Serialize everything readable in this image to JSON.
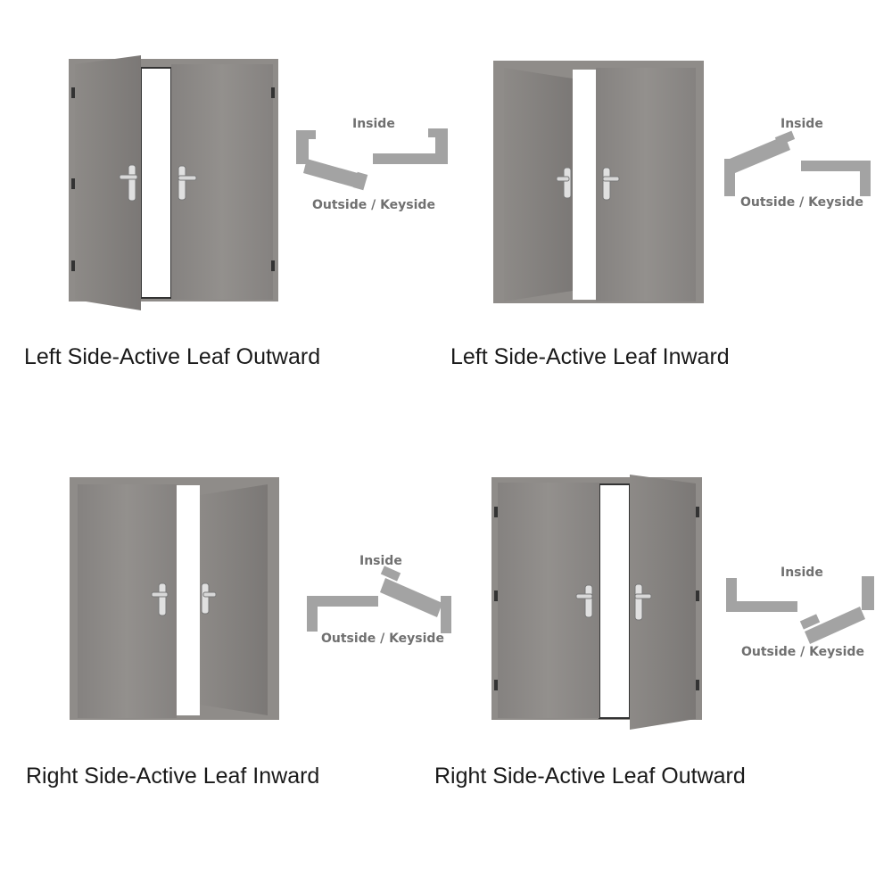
{
  "labels": {
    "inside": "Inside",
    "outside": "Outside / Keyside"
  },
  "panels": [
    {
      "caption": "Left Side-Active Leaf Outward"
    },
    {
      "caption": "Left Side-Active Leaf Inward"
    },
    {
      "caption": "Right Side-Active Leaf Inward"
    },
    {
      "caption": "Right Side-Active Leaf Outward"
    }
  ],
  "colors": {
    "frame": "#8f8c89",
    "leaf": "#8a8785",
    "leaf_light": "#a09d9a",
    "opening": "#ffffff",
    "diagram_gray": "#a3a3a3",
    "handle": "#d8d8d8",
    "text_gray": "#707070"
  }
}
